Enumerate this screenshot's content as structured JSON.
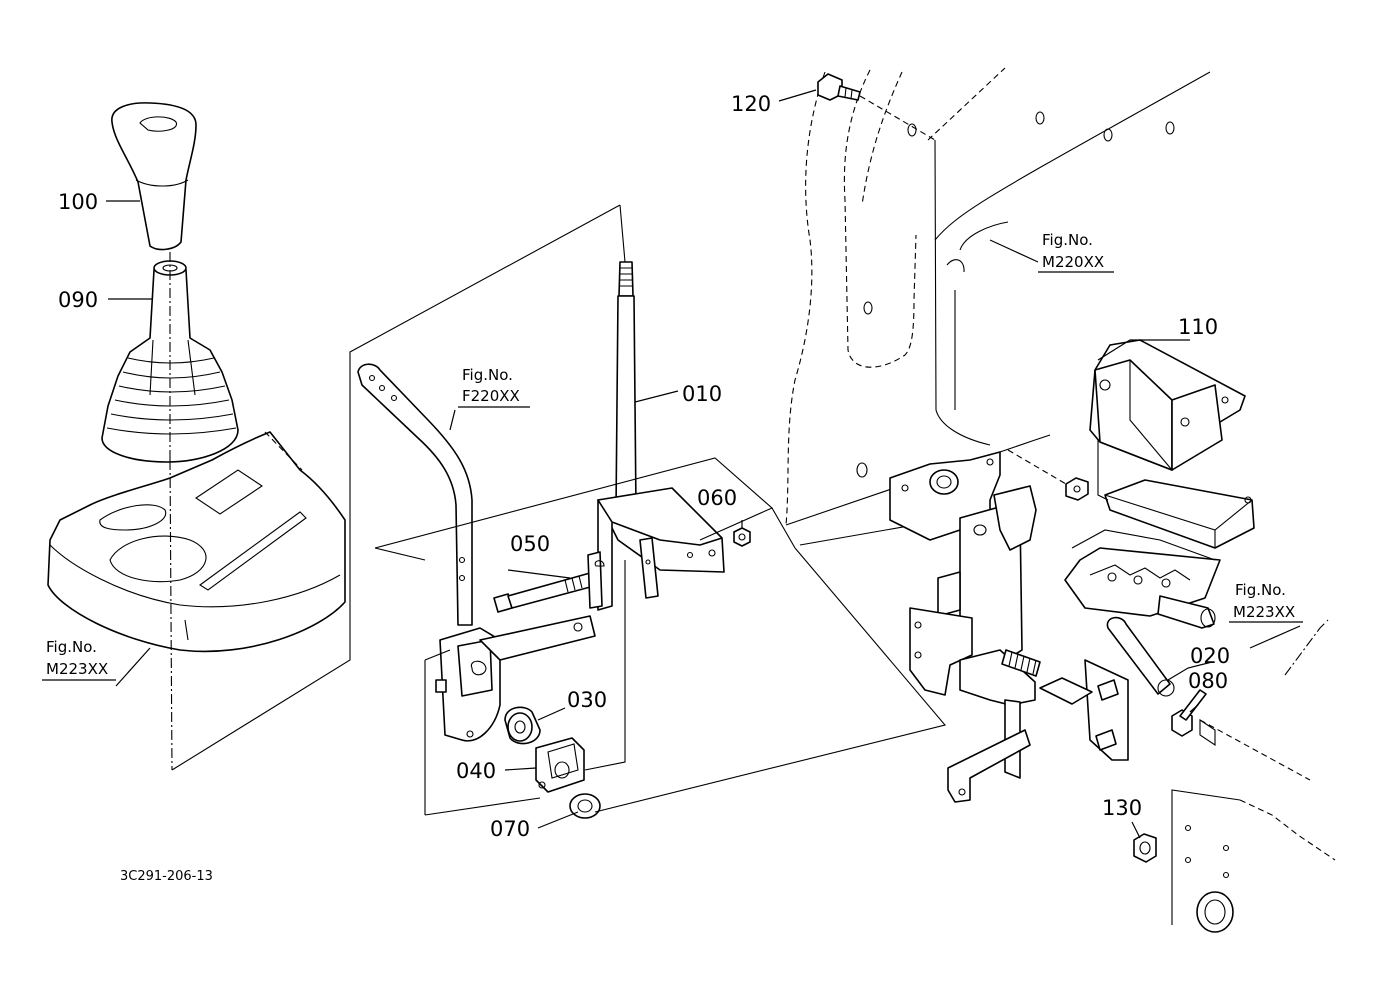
{
  "drawing_number": "3C291-206-13",
  "part_labels": [
    {
      "id": "part-010",
      "text": "010"
    },
    {
      "id": "part-020",
      "text": "020"
    },
    {
      "id": "part-030",
      "text": "030"
    },
    {
      "id": "part-040",
      "text": "040"
    },
    {
      "id": "part-050",
      "text": "050"
    },
    {
      "id": "part-060",
      "text": "060"
    },
    {
      "id": "part-070",
      "text": "070"
    },
    {
      "id": "part-080",
      "text": "080"
    },
    {
      "id": "part-090",
      "text": "090"
    },
    {
      "id": "part-100",
      "text": "100"
    },
    {
      "id": "part-110",
      "text": "110"
    },
    {
      "id": "part-120",
      "text": "120"
    },
    {
      "id": "part-130",
      "text": "130"
    }
  ],
  "figure_refs": [
    {
      "id": "fig-f220",
      "line1": "Fig.No.",
      "line2": "F220XX"
    },
    {
      "id": "fig-m220",
      "line1": "Fig.No.",
      "line2": "M220XX"
    },
    {
      "id": "fig-m223-left",
      "line1": "Fig.No.",
      "line2": "M223XX"
    },
    {
      "id": "fig-m223-right",
      "line1": "Fig.No.",
      "line2": "M223XX"
    }
  ]
}
